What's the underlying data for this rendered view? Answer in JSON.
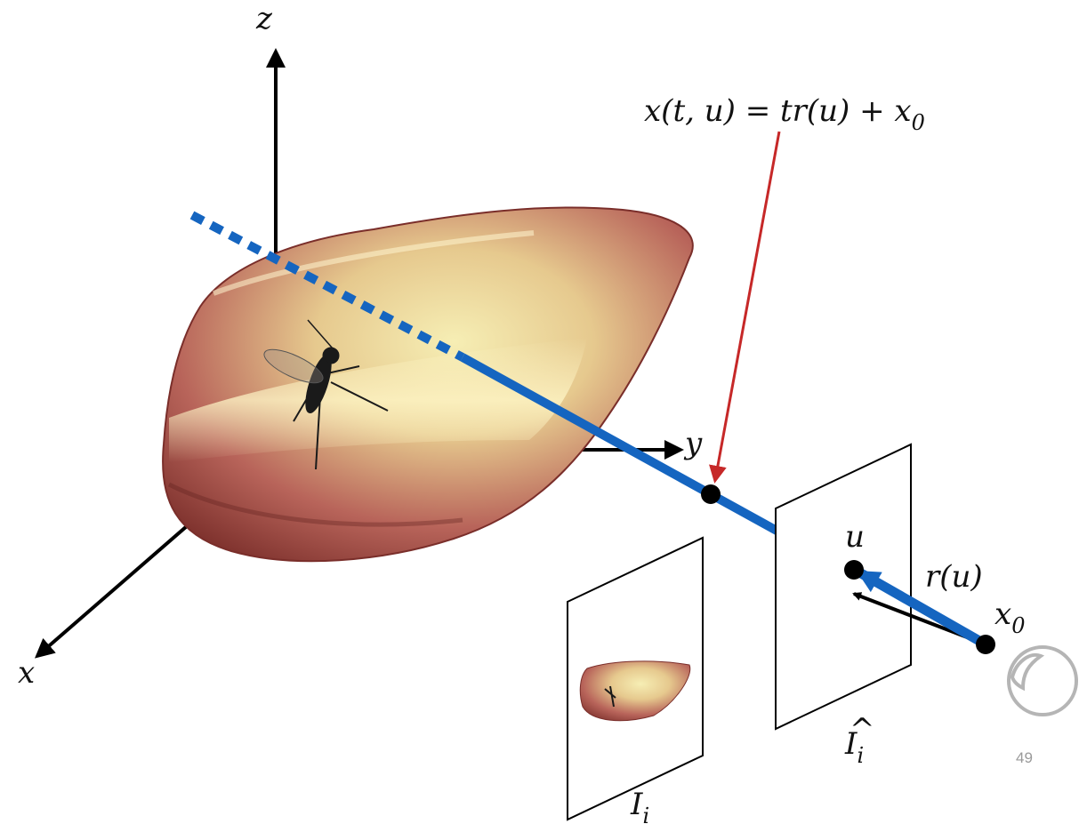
{
  "slide": {
    "page_number": "49",
    "background": "#ffffff"
  },
  "axes": {
    "z_label": "z",
    "y_label": "y",
    "x_label": "x",
    "color": "#000000"
  },
  "ray": {
    "color": "#1565c0",
    "equation": {
      "lhs": "x(t, u) = tr(u) + x",
      "sub": "0"
    },
    "equation_arrow_color": "#c62828"
  },
  "object": {
    "icon": "amber-with-insect-icon",
    "colors": {
      "dark": "#7a2e2a",
      "mid": "#b8645a",
      "light": "#f3e7a6"
    }
  },
  "planes": {
    "rendered_label": {
      "base": "I",
      "sub": "i",
      "accent": "^"
    },
    "observed_label": {
      "base": "I",
      "sub": "i"
    }
  },
  "camera": {
    "pixel_label": "u",
    "direction_label": "r(u)",
    "origin_label": {
      "base": "x",
      "sub": "0"
    },
    "icon": "eye-icon",
    "eye_color": "#b5b5b5"
  }
}
